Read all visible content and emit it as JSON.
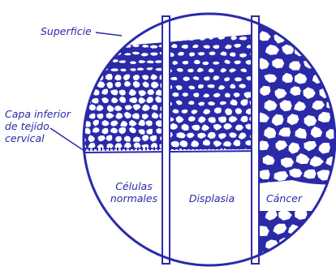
{
  "colors": {
    "ink": "#2a2aa8",
    "background": "#ffffff",
    "cell_fill": "#ffffff"
  },
  "labels": {
    "surface": "Superficie",
    "lower_layer": [
      "Capa inferior",
      "de tejido",
      "cervical"
    ],
    "panels": [
      {
        "lines": [
          "Células",
          "normales"
        ]
      },
      {
        "lines": [
          "Displasia"
        ]
      },
      {
        "lines": [
          "Cáncer"
        ]
      }
    ]
  }
}
